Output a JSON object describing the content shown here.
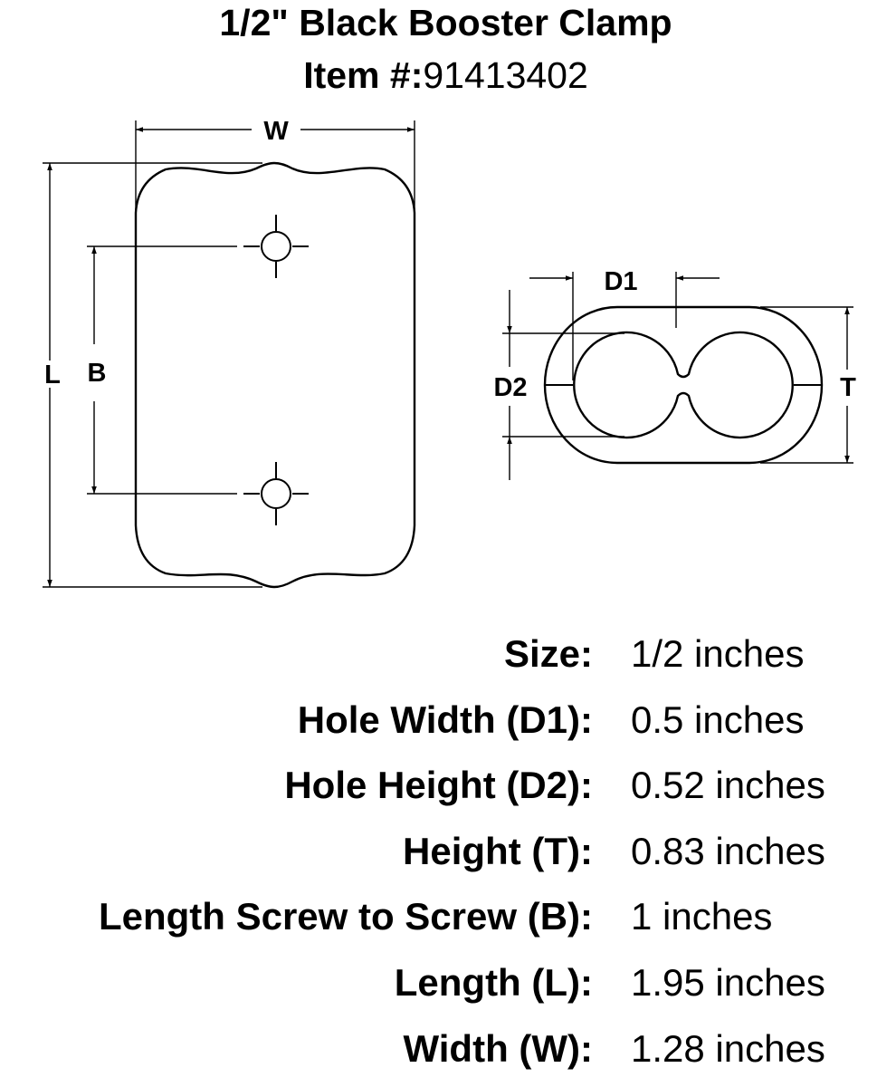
{
  "title": "1/2\" Black Booster Clamp",
  "item": {
    "label": "Item #:",
    "number": "91413402"
  },
  "drawing": {
    "labels": {
      "W": "W",
      "L": "L",
      "B": "B",
      "D1": "D1",
      "D2": "D2",
      "T": "T"
    }
  },
  "specs": [
    {
      "label": "Size:",
      "value": "1/2 inches"
    },
    {
      "label": "Hole Width (D1):",
      "value": "0.5 inches"
    },
    {
      "label": "Hole Height (D2):",
      "value": "0.52 inches"
    },
    {
      "label": "Height (T):",
      "value": "0.83 inches"
    },
    {
      "label": "Length Screw to Screw (B):",
      "value": "1 inches"
    },
    {
      "label": "Length (L):",
      "value": "1.95 inches"
    },
    {
      "label": "Width (W):",
      "value": "1.28 inches"
    }
  ]
}
